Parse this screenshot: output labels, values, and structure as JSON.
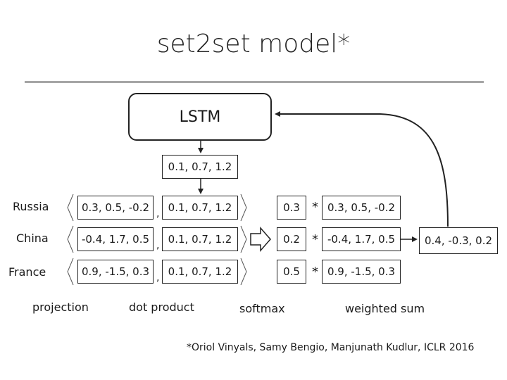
{
  "title": "set2set model*",
  "lstm": {
    "label": "LSTM"
  },
  "lstm_output": "0.1, 0.7, 1.2",
  "rows": [
    {
      "label": "Russia",
      "projection": "0.3, 0.5, -0.2",
      "query": "0.1, 0.7, 1.2",
      "weight": "0.3",
      "value": "0.3, 0.5, -0.2"
    },
    {
      "label": "China",
      "projection": "-0.4, 1.7, 0.5",
      "query": "0.1, 0.7, 1.2",
      "weight": "0.2",
      "value": "-0.4, 1.7, 0.5"
    },
    {
      "label": "France",
      "projection": "0.9, -1.5, 0.3",
      "query": "0.1, 0.7, 1.2",
      "weight": "0.5",
      "value": "0.9, -1.5, 0.3"
    }
  ],
  "result": "0.4, -0.3, 0.2",
  "operators": {
    "dot": ",",
    "multiply": "*"
  },
  "stage_labels": {
    "projection": "projection",
    "dot_product": "dot product",
    "softmax": "softmax",
    "weighted_sum": "weighted sum"
  },
  "footnote": "*Oriol Vinyals, Samy Bengio, Manjunath Kudlur, ICLR 2016"
}
